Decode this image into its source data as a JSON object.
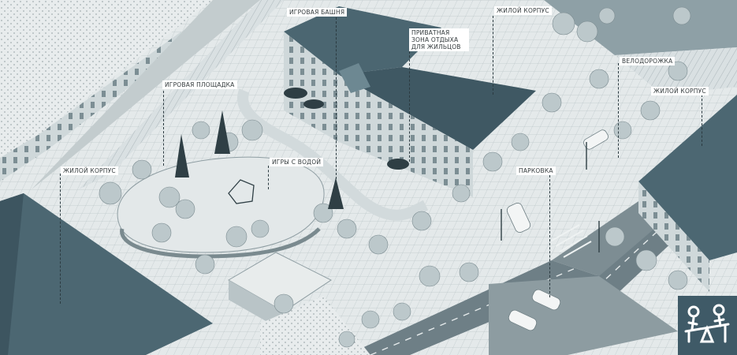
{
  "labels": {
    "play_tower": "ИГРОВАЯ БАШНЯ",
    "private_zone": "ПРИВАТНАЯ ЗОНА ОТДЫХА ДЛЯ ЖИЛЬЦОВ",
    "residential_top": "ЖИЛОЙ КОРПУС",
    "bike_lane": "ВЕЛОДОРОЖКА",
    "residential_right": "ЖИЛОЙ КОРПУС",
    "playground": "ИГРОВАЯ ПЛОЩАДКА",
    "water_games": "ИГРЫ С ВОДОЙ",
    "residential_left": "ЖИЛОЙ КОРПУС",
    "parking": "ПАРКОВКА"
  },
  "icons": {
    "logo": "seesaw-icon",
    "tree": "tree-icon",
    "umbrella": "umbrella-icon",
    "car": "car-icon",
    "lamp": "street-lamp-icon",
    "tower": "play-tower-icon"
  },
  "colors": {
    "background": "#eef1f1",
    "roof": "#4a6570",
    "roof_light": "#6d8892",
    "street": "#6e7f86",
    "plaza": "#dfe5e6",
    "tree": "#bfcacc",
    "logo_bg": "#3f5a67",
    "label_bg": "#ffffff"
  }
}
